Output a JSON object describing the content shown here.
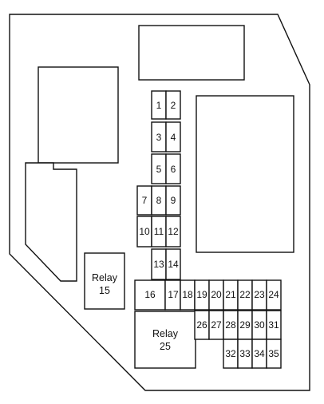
{
  "fuses": {
    "f1": "1",
    "f2": "2",
    "f3": "3",
    "f4": "4",
    "f5": "5",
    "f6": "6",
    "f7": "7",
    "f8": "8",
    "f9": "9",
    "f10": "10",
    "f11": "11",
    "f12": "12",
    "f13": "13",
    "f14": "14",
    "f16": "16",
    "f17": "17",
    "f18": "18",
    "f19": "19",
    "f20": "20",
    "f21": "21",
    "f22": "22",
    "f23": "23",
    "f24": "24",
    "f26": "26",
    "f27": "27",
    "f28": "28",
    "f29": "29",
    "f30": "30",
    "f31": "31",
    "f32": "32",
    "f33": "33",
    "f34": "34",
    "f35": "35"
  },
  "relays": {
    "relay15": {
      "line1": "Relay",
      "line2": "15"
    },
    "relay25": {
      "line1": "Relay",
      "line2": "25"
    }
  }
}
